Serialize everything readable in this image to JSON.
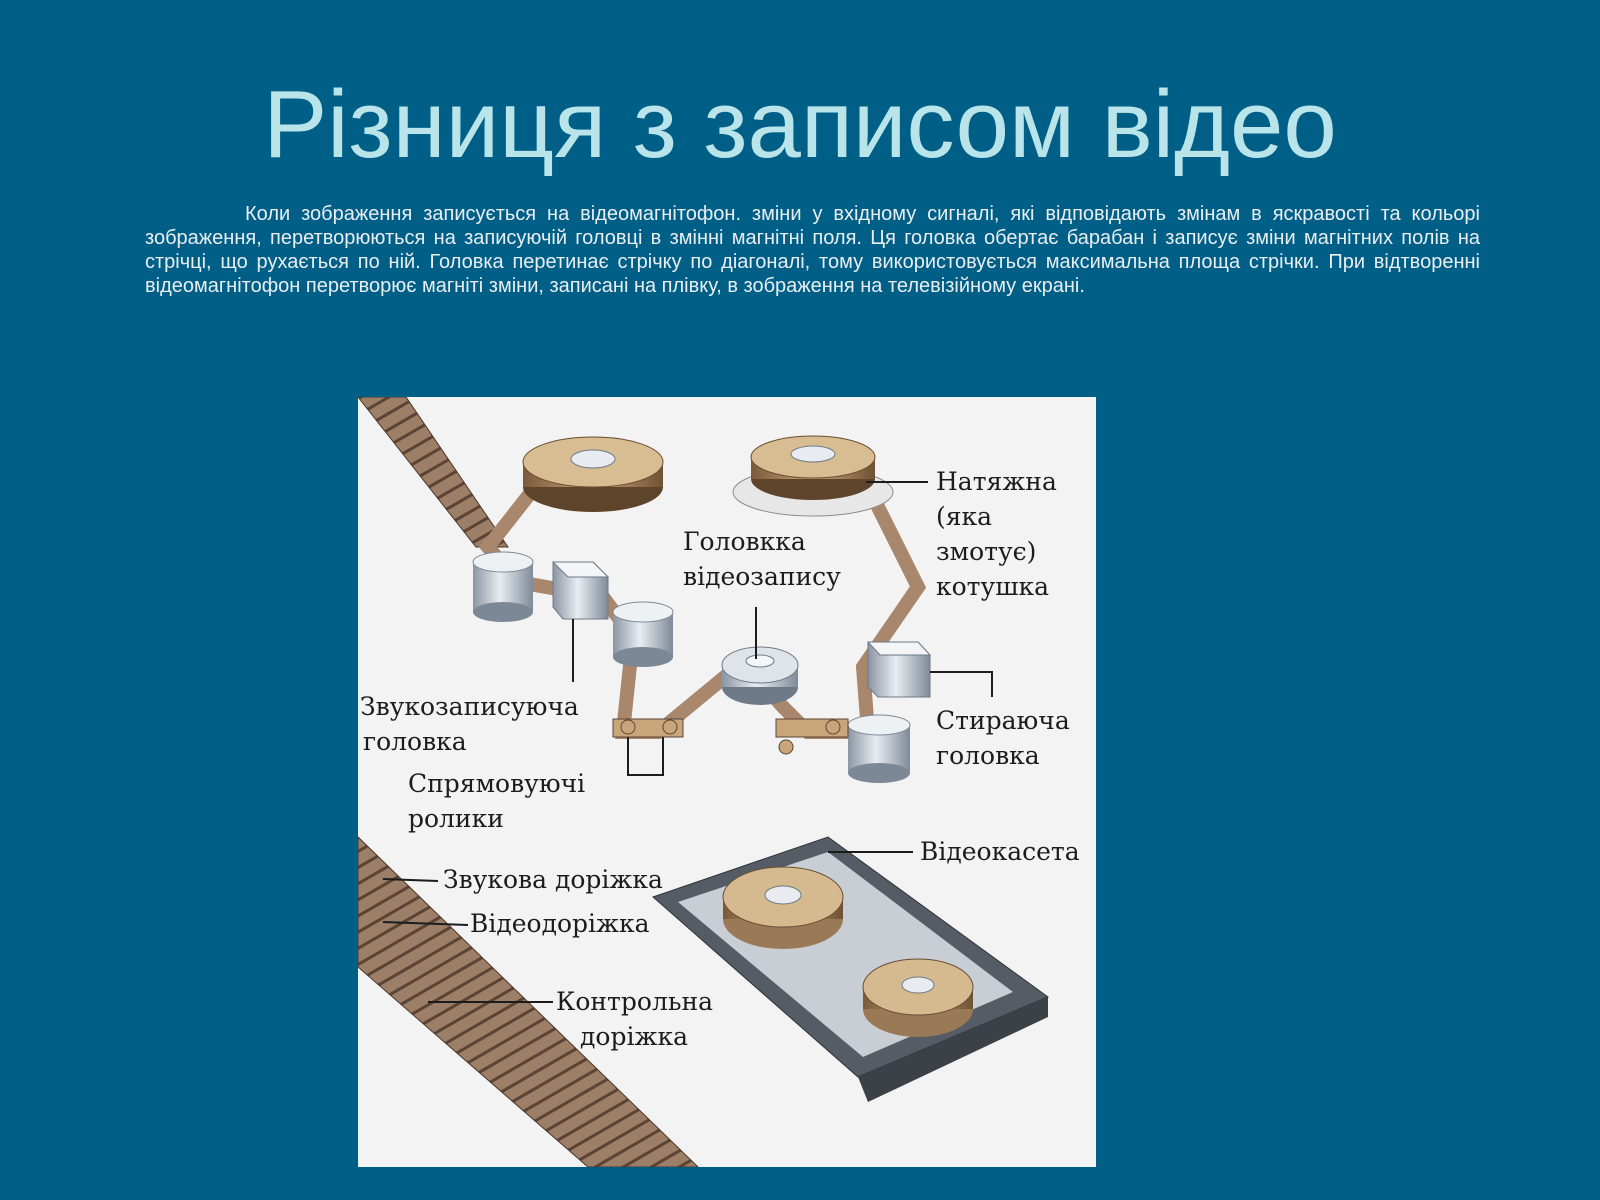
{
  "slide": {
    "title": "Різниця з записом відео",
    "paragraph": "Коли зображення записується на відеомагнітофон. зміни у вхідному сигналі, які відповідають змінам в яскравості та кольорі зображення, перетворюються на записуючій головці в змінні магнітні поля. Ця головка обертає барабан і записує зміни магнітних полів на стрічці, що рухається по ній. Головка перетинає стрічку по діагоналі, тому використовується максимальна площа стрічки. При відтворенні відеомагнітофон перетворює магніті зміни, записані на плівку, в зображення на телевізійному екрані."
  },
  "diagram": {
    "labels": {
      "takeup_1": "Натяжна",
      "takeup_2": "(яка",
      "takeup_3": "змотує)",
      "takeup_4": "котушка",
      "video_head_1": "Головкка",
      "video_head_2": "відеозапису",
      "audio_head_1": "Звукозаписуюча",
      "audio_head_2": "головка",
      "erase_head_1": "Стираюча",
      "erase_head_2": "головка",
      "guide_1": "Спрямовуючі",
      "guide_2": "ролики",
      "cassette": "Відеокасета",
      "audio_track": "Звукова доріжка",
      "video_track": "Відеодоріжка",
      "control_1": "Контрольна",
      "control_2": "доріжка"
    }
  },
  "colors": {
    "background": "#005f86",
    "title": "#b9e4ea",
    "text": "#e9eef2",
    "tape": "#a9876d",
    "figure_bg": "#f3f3f3"
  }
}
